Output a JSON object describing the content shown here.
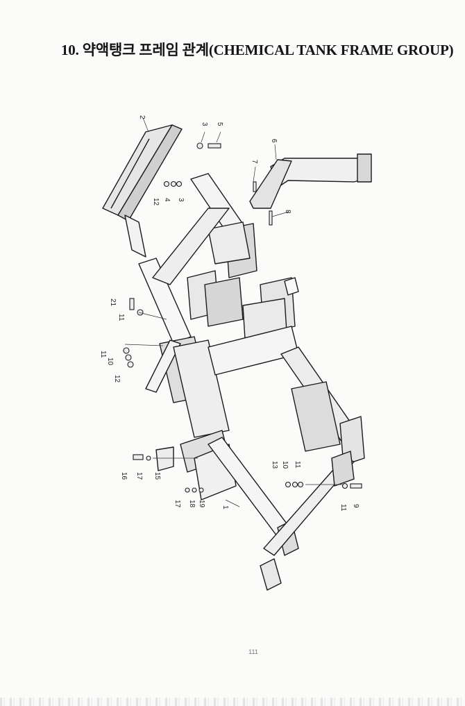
{
  "page": {
    "title": "10. 약액탱크 프레임 관계(CHEMICAL TANK FRAME GROUP)",
    "page_number": "111"
  },
  "callouts": {
    "c1": "1",
    "c2": "2",
    "c3a": "3",
    "c3b": "3",
    "c4": "4",
    "c5": "5",
    "c6": "6",
    "c7": "7",
    "c8": "8",
    "c9": "9",
    "c10a": "10",
    "c10b": "10",
    "c11a": "11",
    "c11b": "11",
    "c11c": "11",
    "c11d": "11",
    "c12a": "12",
    "c12b": "12",
    "c13": "13",
    "c15": "15",
    "c16": "16",
    "c17a": "17",
    "c17b": "17",
    "c18": "18",
    "c19": "19",
    "c21": "21"
  }
}
